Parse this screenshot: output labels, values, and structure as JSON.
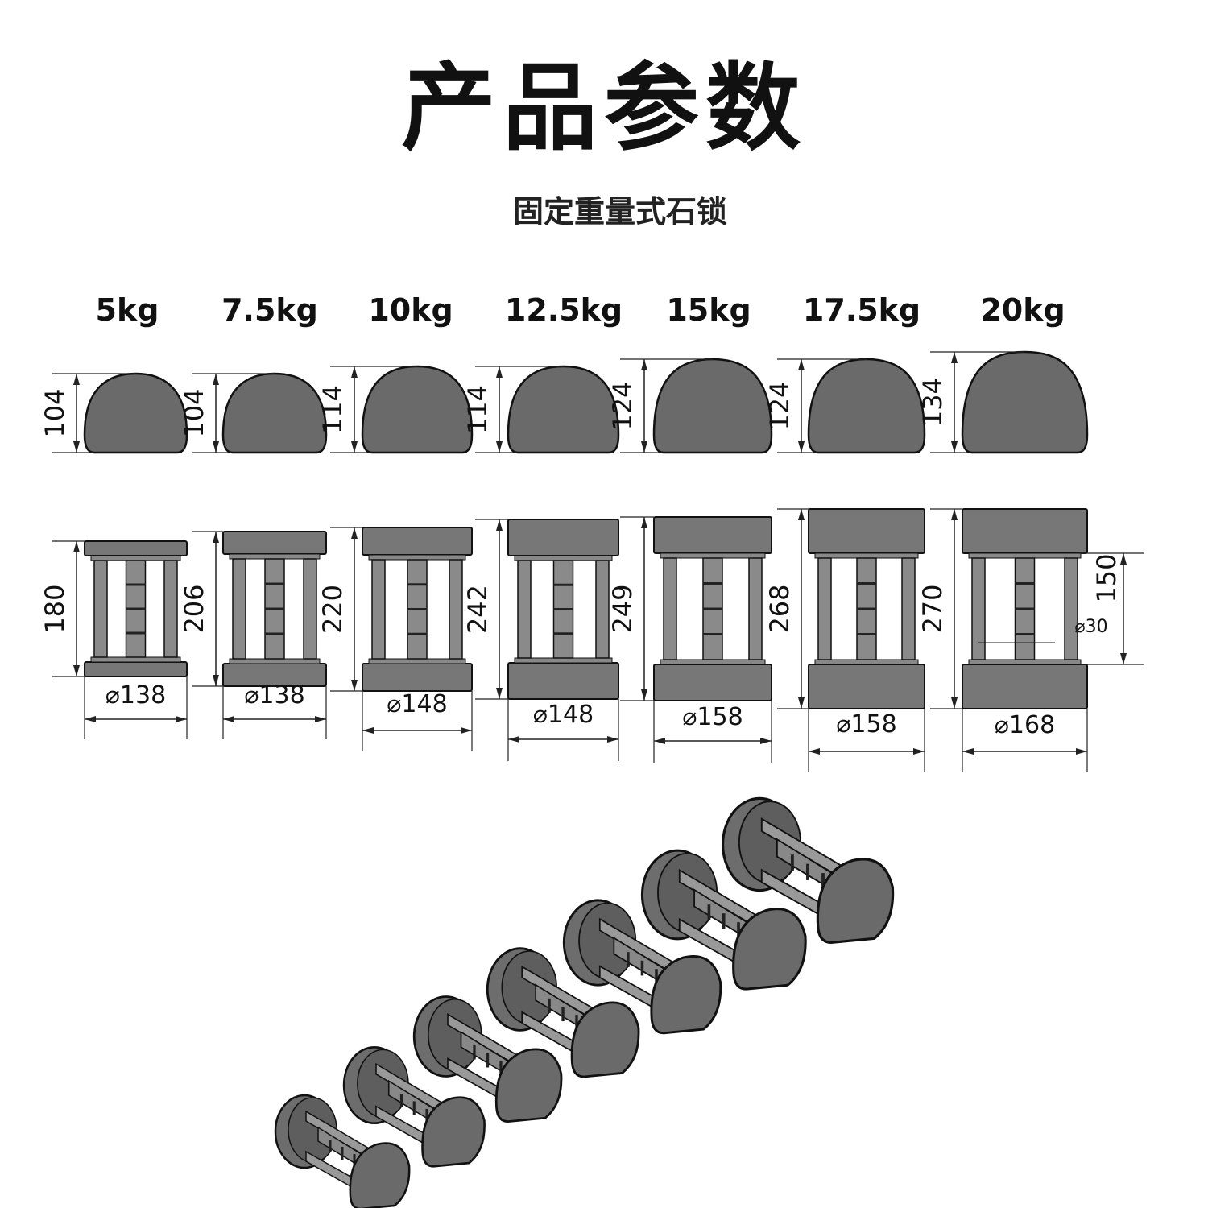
{
  "title": "产品参数",
  "subtitle": "固定重量式石锁",
  "colors": {
    "body": "#6a6a6a",
    "outline": "#111111",
    "line": "#222222"
  },
  "models": [
    {
      "weight": "5kg",
      "side_height": "104",
      "total_height": "180",
      "diameter": "⌀138"
    },
    {
      "weight": "7.5kg",
      "side_height": "104",
      "total_height": "206",
      "diameter": "⌀138"
    },
    {
      "weight": "10kg",
      "side_height": "114",
      "total_height": "220",
      "diameter": "⌀148"
    },
    {
      "weight": "12.5kg",
      "side_height": "114",
      "total_height": "242",
      "diameter": "⌀148"
    },
    {
      "weight": "15kg",
      "side_height": "124",
      "total_height": "249",
      "diameter": "⌀158"
    },
    {
      "weight": "17.5kg",
      "side_height": "124",
      "total_height": "268",
      "diameter": "⌀158"
    },
    {
      "weight": "20kg",
      "side_height": "134",
      "total_height": "270",
      "diameter": "⌀168"
    }
  ],
  "detail": {
    "handle_length": "150",
    "handle_diameter": "⌀30"
  }
}
